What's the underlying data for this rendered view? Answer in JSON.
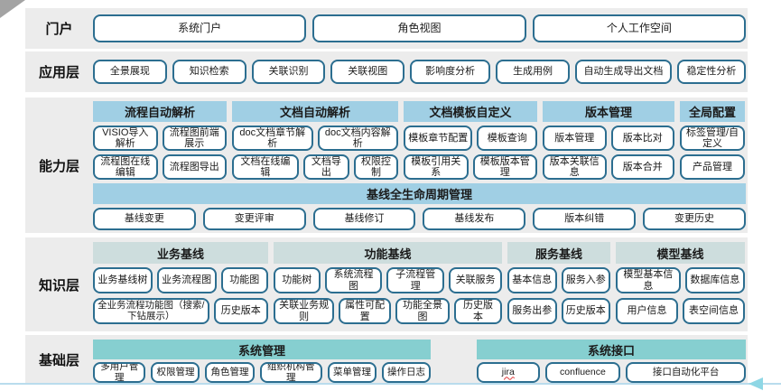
{
  "portal": {
    "label": "门户",
    "items": [
      "系统门户",
      "角色视图",
      "个人工作空间"
    ]
  },
  "application": {
    "label": "应用层",
    "items": [
      "全景展现",
      "知识检索",
      "关联识别",
      "关联视图",
      "影响度分析",
      "生成用例",
      "自动生成导出文档",
      "稳定性分析"
    ]
  },
  "capability": {
    "label": "能力层",
    "groups": [
      {
        "header": "流程自动解析",
        "rows": [
          [
            "VISIO导入解析",
            "流程图前端展示"
          ],
          [
            "流程图在线编辑",
            "流程图导出"
          ]
        ]
      },
      {
        "header": "文档自动解析",
        "rows": [
          [
            "doc文档章节解析",
            "doc文档内容解析"
          ],
          [
            "文档在线编辑",
            "文档导出",
            "权限控制"
          ]
        ]
      },
      {
        "header": "文档模板自定义",
        "rows": [
          [
            "模板章节配置",
            "模板查询"
          ],
          [
            "模板引用关系",
            "模板版本管理"
          ]
        ]
      },
      {
        "header": "版本管理",
        "rows": [
          [
            "版本管理",
            "版本比对"
          ],
          [
            "版本关联信息",
            "版本合并"
          ]
        ]
      },
      {
        "header": "全局配置",
        "rows": [
          [
            "标签管理/自定义"
          ],
          [
            "产品管理"
          ]
        ]
      }
    ],
    "baseline": {
      "header": "基线全生命周期管理",
      "items": [
        "基线变更",
        "变更评审",
        "基线修订",
        "基线发布",
        "版本纠错",
        "变更历史"
      ]
    }
  },
  "knowledge": {
    "label": "知识层",
    "groups": [
      {
        "header": "业务基线",
        "rows": [
          [
            "业务基线树",
            "业务流程图",
            "功能图"
          ],
          [
            "全业务流程功能图（搜索/下钻展示）",
            "历史版本"
          ]
        ]
      },
      {
        "header": "功能基线",
        "rows": [
          [
            "功能树",
            "系统流程图",
            "子流程管理",
            "关联服务"
          ],
          [
            "关联业务规则",
            "属性可配置",
            "功能全景图",
            "历史版本"
          ]
        ]
      },
      {
        "header": "服务基线",
        "rows": [
          [
            "基本信息",
            "服务入参"
          ],
          [
            "服务出参",
            "历史版本"
          ]
        ]
      },
      {
        "header": "模型基线",
        "rows": [
          [
            "模型基本信息",
            "数据库信息"
          ],
          [
            "用户信息",
            "表空间信息"
          ]
        ]
      }
    ]
  },
  "foundation": {
    "label": "基础层",
    "groups": [
      {
        "header": "系统管理",
        "items": [
          "多用户管理",
          "权限管理",
          "角色管理",
          "组织机构管理",
          "菜单管理",
          "操作日志"
        ]
      },
      {
        "header": "系统接口",
        "items": [
          "jira",
          "confluence",
          "接口自动化平台"
        ]
      }
    ]
  },
  "colors": {
    "band_background": "#ececec",
    "capability_header": "#a0cfe4",
    "knowledge_header": "#cddddd",
    "foundation_header": "#86cfd0",
    "node_border": "#2c6e90",
    "bottom_line": "#b9dced",
    "arrow": "#8ed7e5"
  }
}
